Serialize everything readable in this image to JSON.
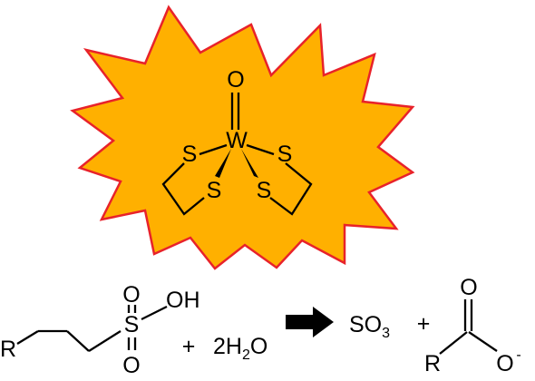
{
  "colors": {
    "burst_fill": "#FFB000",
    "burst_stroke": "#E8222A",
    "ink": "#000000",
    "background": "#FFFFFF"
  },
  "complex": {
    "metal": "W",
    "oxo": "O",
    "thiolate_1": "S",
    "thiolate_2": "S",
    "thiolate_3": "S",
    "thiolate_4": "S"
  },
  "reaction": {
    "reactant_r": "R",
    "reactant_s": "S",
    "reactant_o_top": "O",
    "reactant_oh": "OH",
    "reactant_o_bottom": "O",
    "plus_1": "+",
    "water_coef": "2H",
    "water_sub": "2",
    "water_o": "O",
    "arrow_icon": "right-arrow-icon",
    "so3_main": "SO",
    "so3_sub": "3",
    "plus_2": "+",
    "carboxylate_o_top": "O",
    "carboxylate_r": "R",
    "carboxylate_o": "O",
    "carboxylate_charge": "-"
  }
}
